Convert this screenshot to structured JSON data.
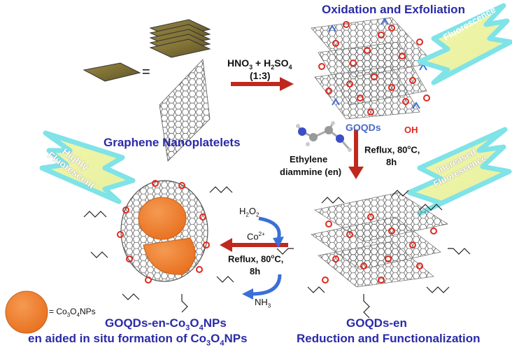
{
  "colors": {
    "label_blue": "#2a2aa8",
    "arrow_red": "#c0281e",
    "np_orange": "#f07f2a",
    "bolt_cyan": "#7fe3e8",
    "bolt_yellow": "#f3f6a8",
    "oxygen_red": "#e0281e",
    "curl_blue": "#3a6fd8"
  },
  "icons": [
    "lightning-bolt-icon",
    "curved-arrow-icon",
    "molecule-3d-icon"
  ],
  "labels": {
    "oxidation": "Oxidation and Exfoliation",
    "fluorescence": "Fluorescence",
    "equals": "=",
    "reagent_main": "HNO",
    "reagent_sub3": "3",
    "reagent_plus": " + H",
    "reagent_sub2": "2",
    "reagent_so": "SO",
    "reagent_sub4": "4",
    "ratio": "(1:3)",
    "graphene": "Graphene Nanoplatelets",
    "goqds": "GOQDs",
    "oh": "OH",
    "reflux1_a": "Reflux, 80",
    "reflux1_deg": "o",
    "reflux1_b": "C,",
    "reflux1_time": "8h",
    "ethylene_a": "Ethylene",
    "ethylene_b": "diammine (en)",
    "highly_a": "Highly",
    "highly_b": "Fluorescent",
    "increased_a": "Increased",
    "increased_b": "Fluorescence",
    "h2o2_a": "H",
    "h2o2_sub": "2",
    "h2o2_b": "O",
    "h2o2_sub2": "2",
    "co_a": "Co",
    "co_sup": "2+",
    "reflux2_a": "Reflux, 80",
    "reflux2_deg": "o",
    "reflux2_b": "C,",
    "reflux2_time": "8h",
    "nh3_a": "NH",
    "nh3_sub": "3",
    "legend_a": "= Co",
    "legend_sub3": "3",
    "legend_b": "O",
    "legend_sub4": "4",
    "legend_c": "NPs",
    "product_a": "GOQDs-en-Co",
    "product_sub3": "3",
    "product_b": "O",
    "product_sub4": "4",
    "product_c": "NPs",
    "insitu_a": "en aided in situ formation of  Co",
    "insitu_sub3": "3",
    "insitu_b": "O",
    "insitu_sub4": "4",
    "insitu_c": "NPs",
    "goqds_en": "GOQDs-en",
    "reduction": "Reduction and Functionalization"
  }
}
